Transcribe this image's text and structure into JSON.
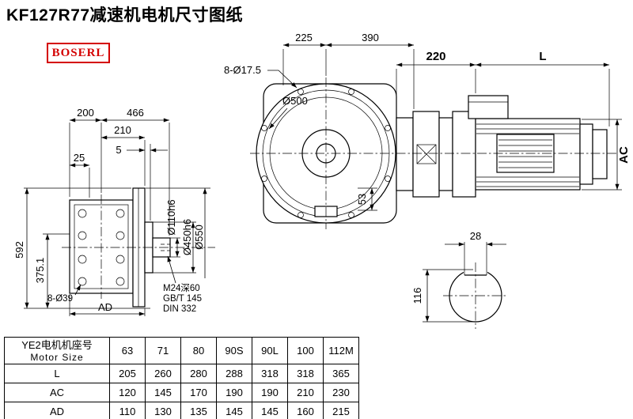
{
  "page": {
    "title": "KF127R77减速机电机尺寸图纸",
    "brand": "BOSERL",
    "accent_color": "#d40000"
  },
  "drawing": {
    "front": {
      "holes_label": "8-Ø17.5",
      "dim_225": "225",
      "dim_390": "390",
      "dia_500": "Ø500",
      "dim_53": "53"
    },
    "motor": {
      "dim_220": "220",
      "dim_L": "L",
      "dim_AC": "AC"
    },
    "side": {
      "dim_200": "200",
      "dim_466": "466",
      "dim_210": "210",
      "dim_5": "5",
      "dim_25": "25",
      "dim_592": "592",
      "dim_375": "375.1",
      "holes_label": "8-Ø39",
      "dim_AD": "AD",
      "dia_110": "Ø110h6",
      "dia_450": "Ø450h6",
      "dia_550": "Ø550",
      "note_1": "M24深60",
      "note_2": "GB/T 145",
      "note_3": "DIN 332"
    },
    "shaft": {
      "dim_28": "28",
      "dim_116": "116"
    }
  },
  "table": {
    "header_cn": "YE2电机机座号",
    "header_en": "Motor Size",
    "columns": [
      "63",
      "71",
      "80",
      "90S",
      "90L",
      "100",
      "112M"
    ],
    "rows": [
      {
        "label": "L",
        "values": [
          "205",
          "260",
          "280",
          "288",
          "318",
          "318",
          "365"
        ]
      },
      {
        "label": "AC",
        "values": [
          "120",
          "145",
          "170",
          "190",
          "190",
          "210",
          "230"
        ]
      },
      {
        "label": "AD",
        "values": [
          "110",
          "130",
          "135",
          "145",
          "145",
          "160",
          "215"
        ]
      }
    ]
  }
}
